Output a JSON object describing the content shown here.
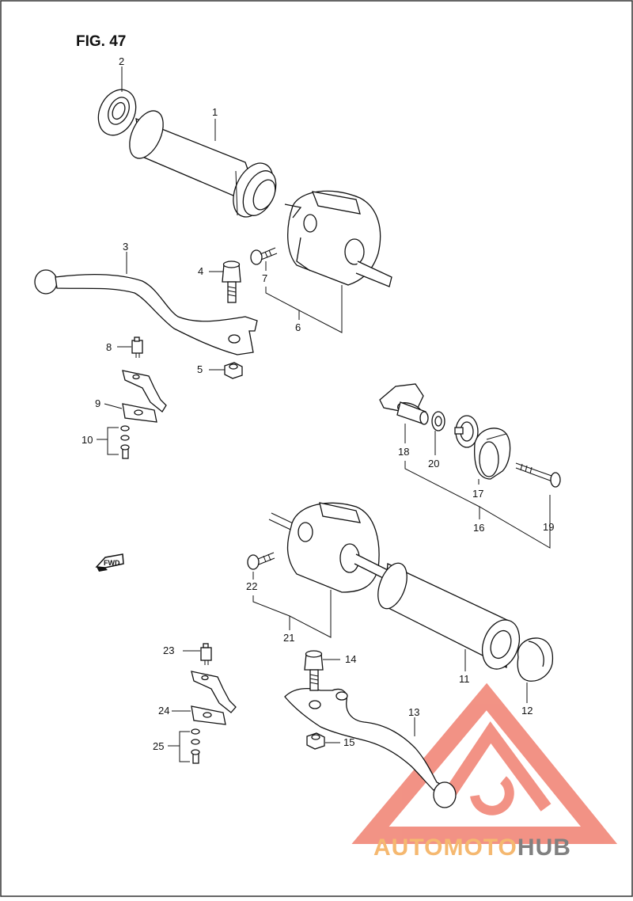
{
  "figure": {
    "title": "FIG. 47"
  },
  "direction_marker": "FWD",
  "callouts": [
    {
      "id": "c1",
      "label": "1"
    },
    {
      "id": "c2",
      "label": "2"
    },
    {
      "id": "c3",
      "label": "3"
    },
    {
      "id": "c4",
      "label": "4"
    },
    {
      "id": "c5",
      "label": "5"
    },
    {
      "id": "c6",
      "label": "6"
    },
    {
      "id": "c7",
      "label": "7"
    },
    {
      "id": "c8",
      "label": "8"
    },
    {
      "id": "c9",
      "label": "9"
    },
    {
      "id": "c10",
      "label": "10"
    },
    {
      "id": "c11",
      "label": "11"
    },
    {
      "id": "c12",
      "label": "12"
    },
    {
      "id": "c13",
      "label": "13"
    },
    {
      "id": "c14",
      "label": "14"
    },
    {
      "id": "c15",
      "label": "15"
    },
    {
      "id": "c16",
      "label": "16"
    },
    {
      "id": "c17",
      "label": "17"
    },
    {
      "id": "c18",
      "label": "18"
    },
    {
      "id": "c19",
      "label": "19"
    },
    {
      "id": "c20",
      "label": "20"
    },
    {
      "id": "c21",
      "label": "21"
    },
    {
      "id": "c22",
      "label": "22"
    },
    {
      "id": "c23",
      "label": "23"
    },
    {
      "id": "c24",
      "label": "24"
    },
    {
      "id": "c25",
      "label": "25"
    }
  ],
  "watermark": {
    "text_part1": "AUTOMOTO",
    "text_part2": "HUB",
    "color_primary": "#f08070",
    "color_secondary": "#f5b870",
    "color_gray": "#808080"
  }
}
